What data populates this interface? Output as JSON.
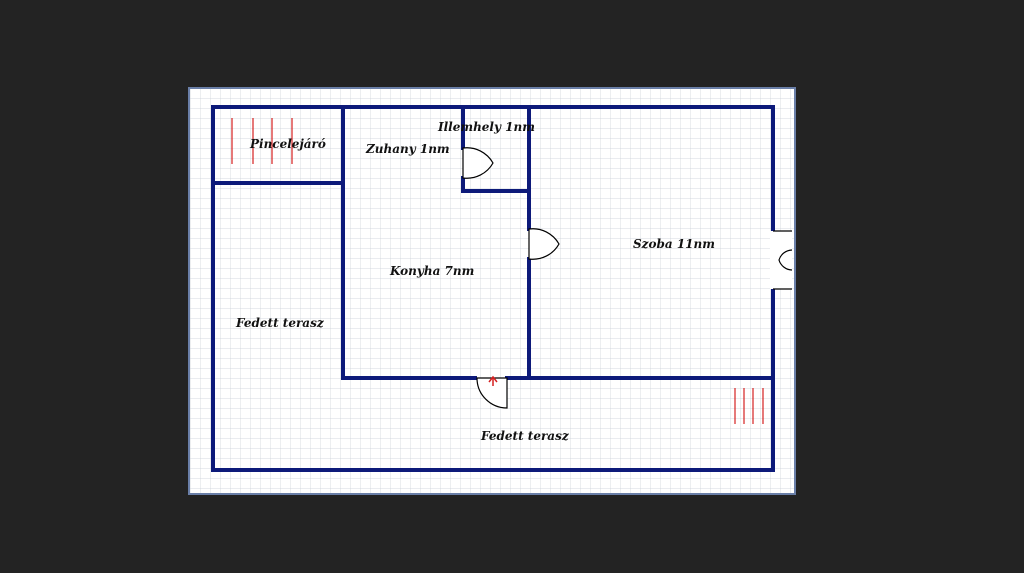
{
  "rooms": {
    "pincelejaro": "Pincelejáró",
    "zuhany": "Zuhany 1nm",
    "illemhely": "Illemhely 1nm",
    "szoba": "Szoba 11nm",
    "konyha": "Konyha 7nm",
    "fedett_terasz_left": "Fedett terasz",
    "fedett_terasz_bottom": "Fedett terasz"
  },
  "colors": {
    "background": "#232323",
    "paper": "#ffffff",
    "grid": "#c9ced6",
    "wall": "#0d1a7a",
    "stairs": "#d42020",
    "entrance_arrow": "#d42020"
  },
  "icons": {
    "entrance": "up-arrow-icon",
    "stairs": "stair-lines-icon"
  }
}
